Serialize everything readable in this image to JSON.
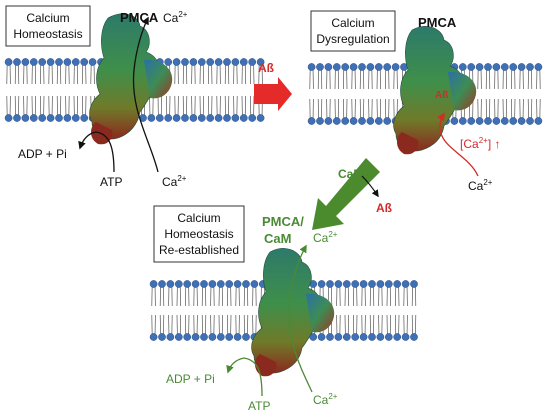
{
  "colors": {
    "black": "#111111",
    "red": "#d42a2a",
    "green": "#4b8a34",
    "lipid_head": "#3f6fb5",
    "big_arrow_red": "#e52a2a",
    "big_arrow_green": "#4c8a2e"
  },
  "panels": {
    "homeostasis": {
      "box_lines": [
        "Calcium",
        "Homeostasis"
      ],
      "protein_label": "PMCA",
      "ca_top": {
        "base": "Ca",
        "sup": "2+"
      },
      "ca_bottom": {
        "base": "Ca",
        "sup": "2+"
      },
      "adp": "ADP + Pi",
      "atp": "ATP"
    },
    "dysregulation": {
      "box_lines": [
        "Calcium",
        "Dysregulation"
      ],
      "protein_label": "PMCA",
      "ab_on_protein": "Aß",
      "ca_conc": {
        "open": "[Ca",
        "sup": "2+",
        "close": "] ↑"
      },
      "ca_bottom": {
        "base": "Ca",
        "sup": "2+"
      }
    },
    "reestablished": {
      "box_lines": [
        "Calcium",
        "Homeostasis",
        "Re-established"
      ],
      "protein_label_lines": [
        "PMCA/",
        "CaM"
      ],
      "ca_top": {
        "base": "Ca",
        "sup": "2+"
      },
      "ca_bottom": {
        "base": "Ca",
        "sup": "2+"
      },
      "adp": "ADP + Pi",
      "atp": "ATP"
    }
  },
  "arrows": {
    "ab_arrow_label": "Aß",
    "cam_label": "CaM",
    "cam_product": "Aß"
  }
}
